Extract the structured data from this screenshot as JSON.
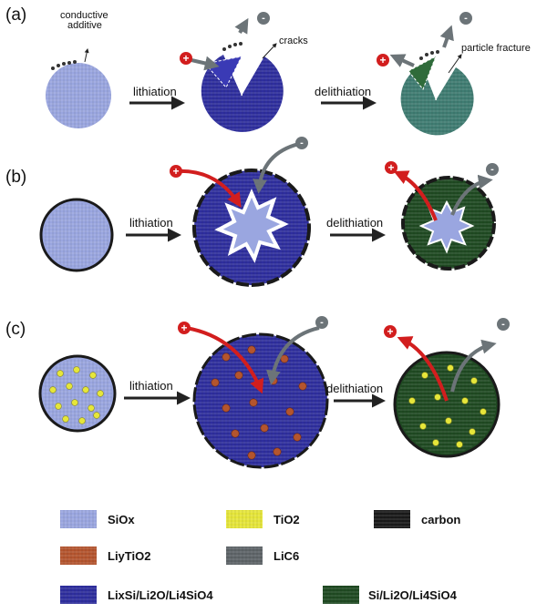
{
  "panels": {
    "a": {
      "label": "(a)",
      "annotations": {
        "conductive_additive_1": "conductive",
        "conductive_additive_2": "additive",
        "cracks": "cracks",
        "particle_fracture": "particle fracture"
      },
      "lithiation": "lithiation",
      "delithiation": "delithiation"
    },
    "b": {
      "label": "(b)",
      "lithiation": "lithiation",
      "delithiation": "delithiation"
    },
    "c": {
      "label": "(c)",
      "lithiation": "lithiation",
      "delithiation": "delithiation"
    }
  },
  "ions": {
    "cation": "+",
    "anion": "-"
  },
  "legend": [
    {
      "key": "siox",
      "name": "SiO",
      "sub1": "x",
      "mid": "",
      "sub2": "",
      "tail": "",
      "color": "#9aa6e0"
    },
    {
      "key": "tio2",
      "name": "TiO",
      "sub1": "2",
      "mid": "",
      "sub2": "",
      "tail": "",
      "color": "#e6e63a"
    },
    {
      "key": "carbon",
      "name": "carbon",
      "sub1": "",
      "mid": "",
      "sub2": "",
      "tail": "",
      "color": "#1a1a1a"
    },
    {
      "key": "liytio2",
      "name": "Li",
      "sub1": "y",
      "mid": "TiO",
      "sub2": "2",
      "tail": "",
      "color": "#b4552e"
    },
    {
      "key": "lic6",
      "name": "LiC",
      "sub1": "6",
      "mid": "",
      "sub2": "",
      "tail": "",
      "color": "#5e6468"
    },
    {
      "key": "lixsi",
      "name": "Li",
      "sub1": "x",
      "mid": "Si/Li",
      "sub2": "2",
      "tail": "O/Li4SiO4",
      "color": "#2e2e9e"
    },
    {
      "key": "si_li2o",
      "name": "Si/Li",
      "sub1": "2",
      "mid": "O/Li",
      "sub2": "4",
      "tail": "SiO4",
      "color": "#1f4a22"
    }
  ],
  "legend_text": {
    "siox": "SiOx",
    "tio2": "TiO2",
    "carbon": "carbon",
    "liytio2": "LiyTiO2",
    "lic6": "LiC6",
    "lixsi": "LixSi/Li2O/Li4SiO4",
    "si_li2o": "Si/Li2O/Li4SiO4"
  },
  "colors": {
    "siox": "#9aa6e0",
    "lithiated": "#2e2e9e",
    "delithiated_a": "#3f7c72",
    "delithiated_bc": "#1f4a22",
    "tio2": "#e6e63a",
    "liytio2": "#b4552e",
    "carbon": "#1a1a1a",
    "cation_red": "#d21e1e",
    "anion_grey": "#6c7478"
  }
}
